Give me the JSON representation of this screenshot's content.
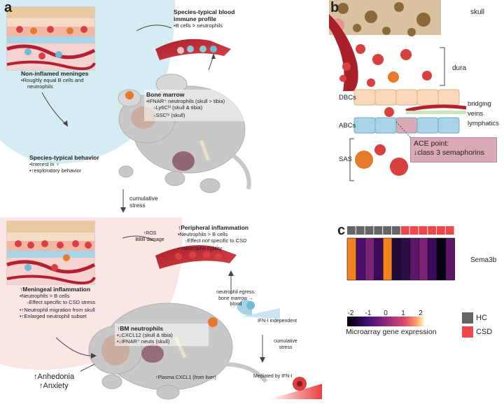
{
  "panels": {
    "a": "a",
    "b": "b",
    "c": "c"
  },
  "top": {
    "blood": {
      "title_l1": "Species-typical blood",
      "title_l2": "immune profile",
      "items": [
        "B cells > neutrophils"
      ]
    },
    "meninges": {
      "title": "Non-inflamed meninges",
      "items": [
        "Roughly equal B cells and",
        "neutrophils"
      ]
    },
    "marrow": {
      "title": "Bone marrow",
      "item1": "IFNAR⁺ neutrophils (skull > tibia)",
      "sub1": "Ly6Cʰⁱ (skull & tibia)",
      "sub2": "SSCʰⁱ (skull)"
    },
    "behavior": {
      "title": "Species-typical behavior",
      "items": [
        "Interest in ♀",
        "↑exploratory behavior"
      ]
    }
  },
  "transition": {
    "l1": "cumulative",
    "l2": "stress"
  },
  "bottom": {
    "ros": {
      "l1": "↑ROS",
      "l2": "BBB damage"
    },
    "peripheral": {
      "title": "↑Peripheral inflammation",
      "item1": "Neutrophils > B cells",
      "sub1a": "Effect ",
      "sub1b": "not",
      "sub1c": " specific to CSD",
      "item2": "↑neutrophil rigidity"
    },
    "meningeal": {
      "title": "↑Meningeal inflammation",
      "item1": "Neutrophils > B cells",
      "sub1": "Effect specific to CSD stress",
      "item2": "↑Neutrophil migration from skull",
      "item3": "↑Enlarged neutrophil subset"
    },
    "egress": {
      "l1": "neutrophil egress:",
      "l2": "bone marrow →",
      "l3": "blood"
    },
    "bm": {
      "title": "↑BM neutrophils",
      "item1": "↓CXCL12 (skull & tibia)",
      "item2": "↓IFNAR⁺ neuts (skull)"
    },
    "ifn_indep": "IFN-I independent",
    "cum": {
      "l1": "cumulative",
      "l2": "stress"
    },
    "mediated": "Mediated by IFN-I",
    "anhedonia": "↑Anhedonia",
    "anxiety": "↑Anxiety",
    "plasma": "↑Plasma CXCL1 (from liver)"
  },
  "b": {
    "skull": "skull",
    "dura": "dura",
    "dbcs": "DBCs",
    "abcs": "ABCs",
    "sas": "SAS",
    "bridging": "bridging veins",
    "lymphatics": "lymphatics",
    "ace_l1": "ACE point:",
    "ace_l2": "↓class 3 semaphorins"
  },
  "c": {
    "gene": "Sema3b",
    "colorbar_title": "Microarray gene expression",
    "ticks": [
      "-2",
      "-1",
      "0",
      "1",
      "2"
    ],
    "legend": [
      {
        "label": "HC",
        "color": "#666666"
      },
      {
        "label": "CSD",
        "color": "#f04848"
      }
    ]
  },
  "colors": {
    "hc": "#666666",
    "csd": "#f04848",
    "blue_bg": "#cfe9f0",
    "pink_bg": "#fbe3e3",
    "ace_box": "#d9a9b4"
  }
}
